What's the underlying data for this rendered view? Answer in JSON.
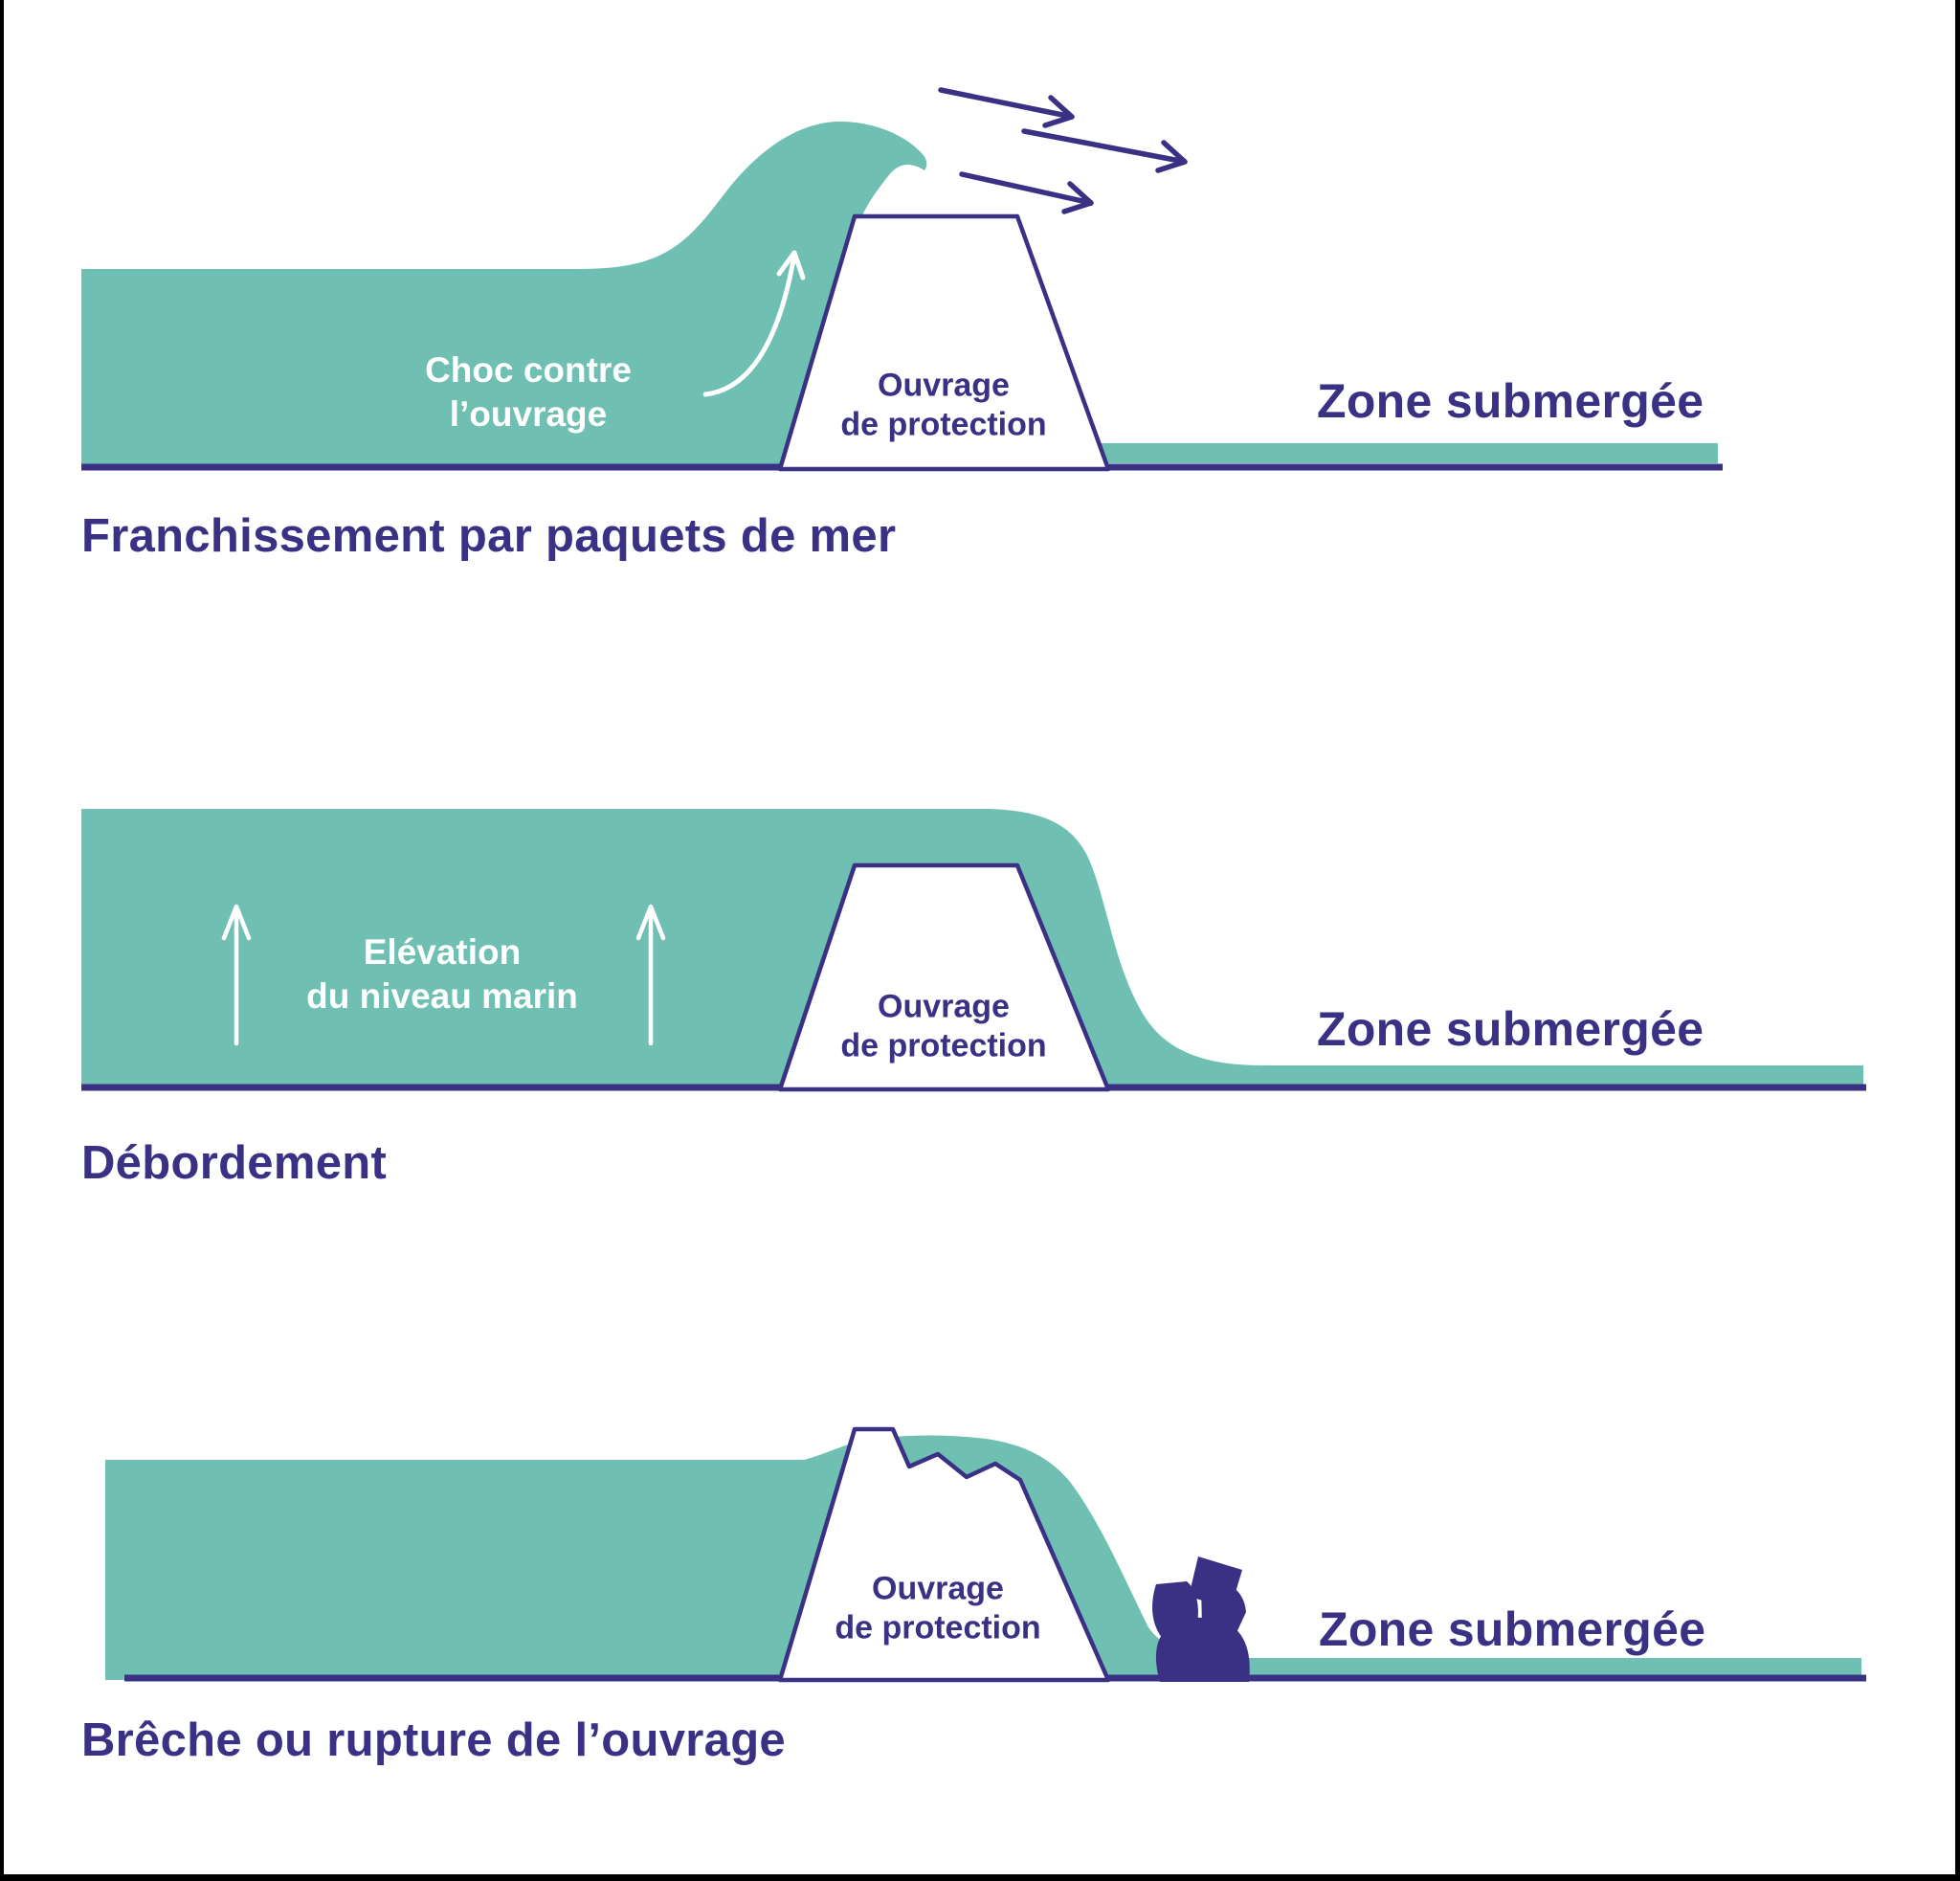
{
  "colors": {
    "water": "#6FBFB2",
    "ink": "#3A3185",
    "white": "#FFFFFF",
    "frame": "#000000"
  },
  "panels": [
    {
      "title": "Franchissement par paquets de mer",
      "zone_label": "Zone submergée",
      "structure_label_line1": "Ouvrage",
      "structure_label_line2": "de protection",
      "annotation_line1": "Choc contre",
      "annotation_line2": "l’ouvrage"
    },
    {
      "title": "Débordement",
      "zone_label": "Zone submergée",
      "structure_label_line1": "Ouvrage",
      "structure_label_line2": "de protection",
      "annotation_line1": "Elévation",
      "annotation_line2": "du niveau marin"
    },
    {
      "title": "Brêche ou rupture de l’ouvrage",
      "zone_label": "Zone submergée",
      "structure_label_line1": "Ouvrage",
      "structure_label_line2": "de protection"
    }
  ]
}
